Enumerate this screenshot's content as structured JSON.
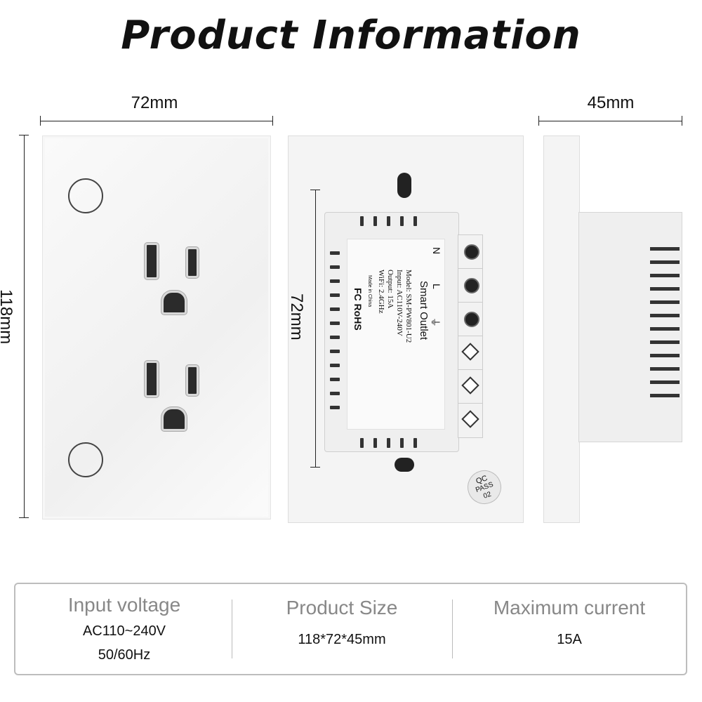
{
  "title": "Product Information",
  "dimensions": {
    "width_front": "72mm",
    "height_front": "118mm",
    "width_back": "72mm",
    "depth": "45mm"
  },
  "module_label": {
    "line1": "Smart Outlet",
    "line2": "Model: SM-PW801-U2",
    "line3": "Input: AC110V-240V",
    "line4": "Output: 15A",
    "line5": "WiFi: 2.4GHz",
    "line6": "Made in China",
    "cert": "FC RoHS"
  },
  "terminal_labels": [
    "N",
    "L",
    "⏚"
  ],
  "qc_badge": [
    "QC",
    "PASS",
    "02"
  ],
  "specs": [
    {
      "label": "Input voltage",
      "values": [
        "AC110~240V",
        "50/60Hz"
      ]
    },
    {
      "label": "Product Size",
      "values": [
        "118*72*45mm"
      ]
    },
    {
      "label": "Maximum current",
      "values": [
        "15A"
      ]
    }
  ]
}
